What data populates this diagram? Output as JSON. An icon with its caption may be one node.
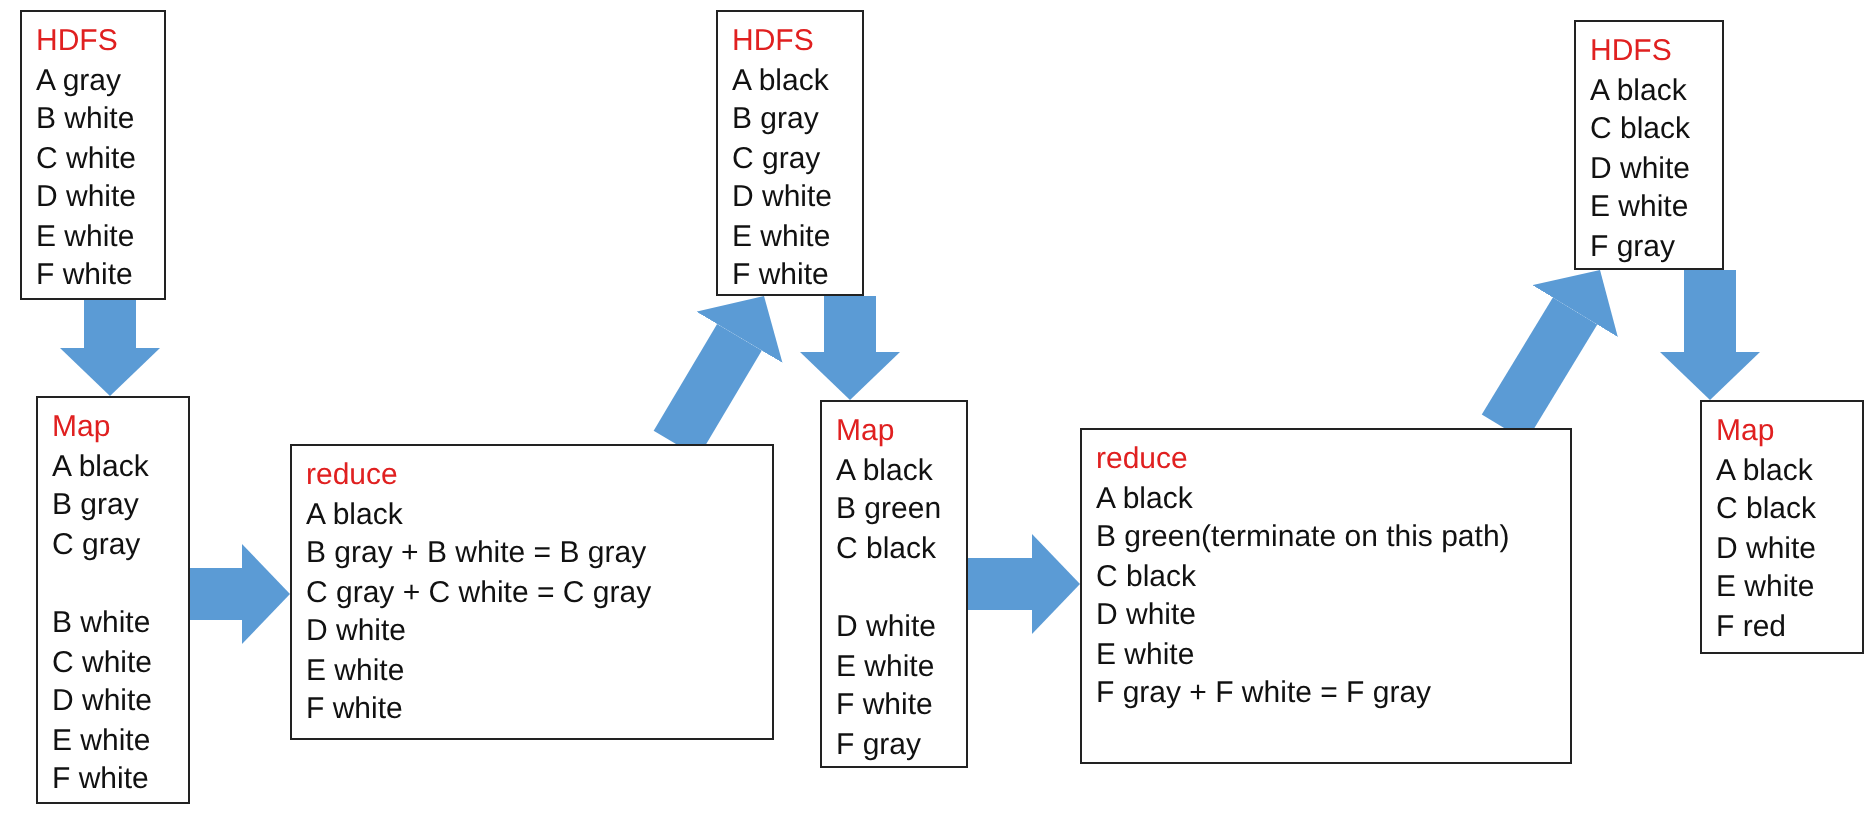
{
  "diagram": {
    "nodes": [
      {
        "text": [
          "HDFS",
          "A gray",
          "B white",
          "C white",
          "D white",
          "E white",
          "F white"
        ]
      },
      {
        "text": [
          "Map",
          "A black",
          "B gray",
          "C gray",
          "B white",
          "C white",
          "D white",
          "E white",
          "F white"
        ]
      },
      {
        "text": [
          "reduce",
          "A black",
          "B gray + B white = B gray",
          "C gray + C white = C gray",
          "D white",
          "E white",
          "F white"
        ]
      },
      {
        "text": [
          "HDFS",
          "A black",
          "B gray",
          "C gray",
          "D white",
          "E white",
          "F white"
        ]
      },
      {
        "text": [
          "Map",
          "A black",
          "B green",
          "C black",
          "D white",
          "E white",
          "F white",
          "F gray"
        ]
      },
      {
        "text": [
          "reduce",
          "A black",
          "B green(terminate on this path)",
          "C black",
          "D white",
          "E white",
          "F gray + F white = F gray"
        ]
      },
      {
        "text": [
          "HDFS",
          "A black",
          "C black",
          "D white",
          "E white",
          "F gray"
        ]
      },
      {
        "text": [
          "Map",
          "A black",
          "C black",
          "D white",
          "E white",
          "F red"
        ]
      }
    ],
    "edges": [
      {
        "from": 0,
        "to": 1,
        "arrow": "to"
      },
      {
        "from": 1,
        "to": 2,
        "arrow": "to"
      },
      {
        "from": 2,
        "to": 3,
        "arrow": "to"
      },
      {
        "from": 3,
        "to": 4,
        "arrow": "to"
      },
      {
        "from": 4,
        "to": 5,
        "arrow": "to"
      },
      {
        "from": 5,
        "to": 6,
        "arrow": "to"
      },
      {
        "from": 6,
        "to": 7,
        "arrow": "to"
      }
    ]
  }
}
